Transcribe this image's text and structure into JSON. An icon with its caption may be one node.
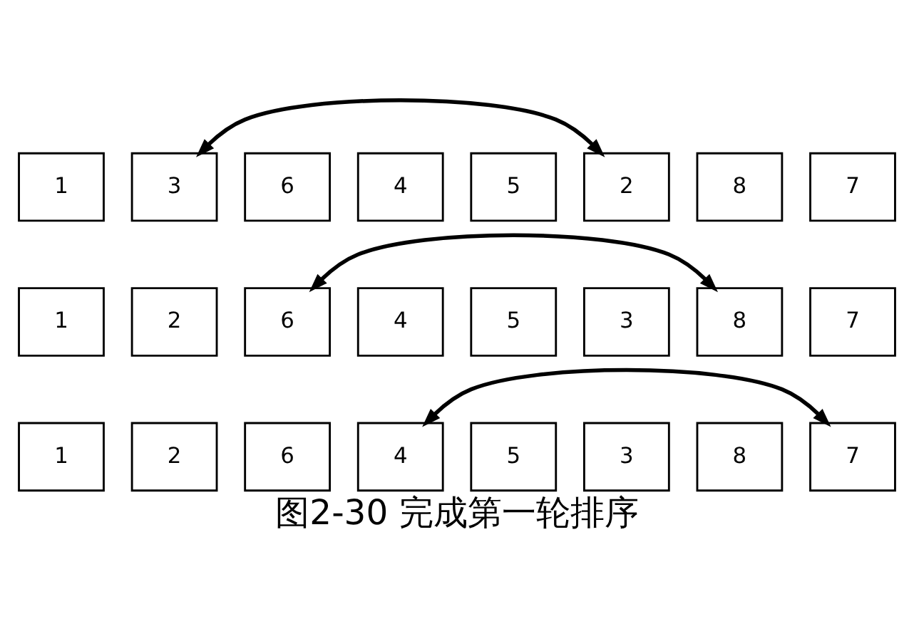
{
  "diagram": {
    "caption": "图2-30 完成第一轮排序",
    "nodes": [
      {
        "text": [
          "1"
        ]
      },
      {
        "text": [
          "3"
        ]
      },
      {
        "text": [
          "6"
        ]
      },
      {
        "text": [
          "4"
        ]
      },
      {
        "text": [
          "5"
        ]
      },
      {
        "text": [
          "2"
        ]
      },
      {
        "text": [
          "8"
        ]
      },
      {
        "text": [
          "7"
        ]
      },
      {
        "text": [
          "1"
        ]
      },
      {
        "text": [
          "2"
        ]
      },
      {
        "text": [
          "6"
        ]
      },
      {
        "text": [
          "4"
        ]
      },
      {
        "text": [
          "5"
        ]
      },
      {
        "text": [
          "3"
        ]
      },
      {
        "text": [
          "8"
        ]
      },
      {
        "text": [
          "7"
        ]
      },
      {
        "text": [
          "1"
        ]
      },
      {
        "text": [
          "2"
        ]
      },
      {
        "text": [
          "6"
        ]
      },
      {
        "text": [
          "4"
        ]
      },
      {
        "text": [
          "5"
        ]
      },
      {
        "text": [
          "3"
        ]
      },
      {
        "text": [
          "8"
        ]
      },
      {
        "text": [
          "7"
        ]
      }
    ],
    "edges": [
      {
        "from": 1,
        "to": 5,
        "arrow": "both"
      },
      {
        "from": 10,
        "to": 14,
        "arrow": "both"
      },
      {
        "from": 19,
        "to": 23,
        "arrow": "both"
      }
    ]
  }
}
